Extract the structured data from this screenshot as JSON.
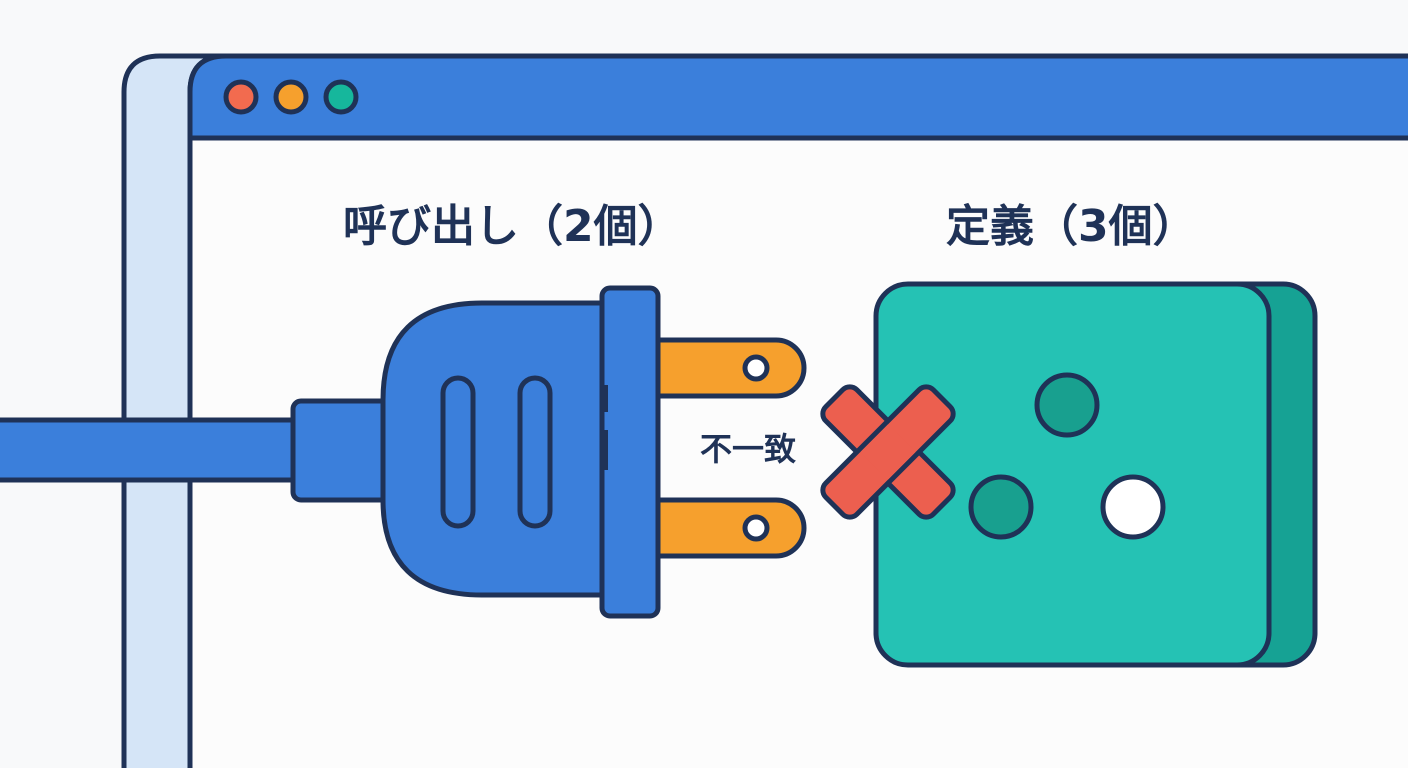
{
  "labels": {
    "call": "呼び出し（2個）",
    "definition": "定義（3個）",
    "mismatch": "不一致"
  },
  "colors": {
    "outline": "#1f3257",
    "browser_blue": "#3b7fdb",
    "back_window": "#d5e5f7",
    "page_bg": "#fcfcfc",
    "light_red": "#f26b4f",
    "light_orange": "#f6a02d",
    "light_green": "#16b79c",
    "plug_blue": "#3b7fdb",
    "prong_orange": "#f6a02d",
    "socket_face": "#25c2b4",
    "socket_side": "#16a294",
    "socket_hole": "#18a08f",
    "socket_hole_empty": "#ffffff",
    "cross_red": "#ec5f4f"
  },
  "icons": {
    "plug": "plug-icon",
    "socket": "socket-icon",
    "mismatch": "cross-icon"
  }
}
